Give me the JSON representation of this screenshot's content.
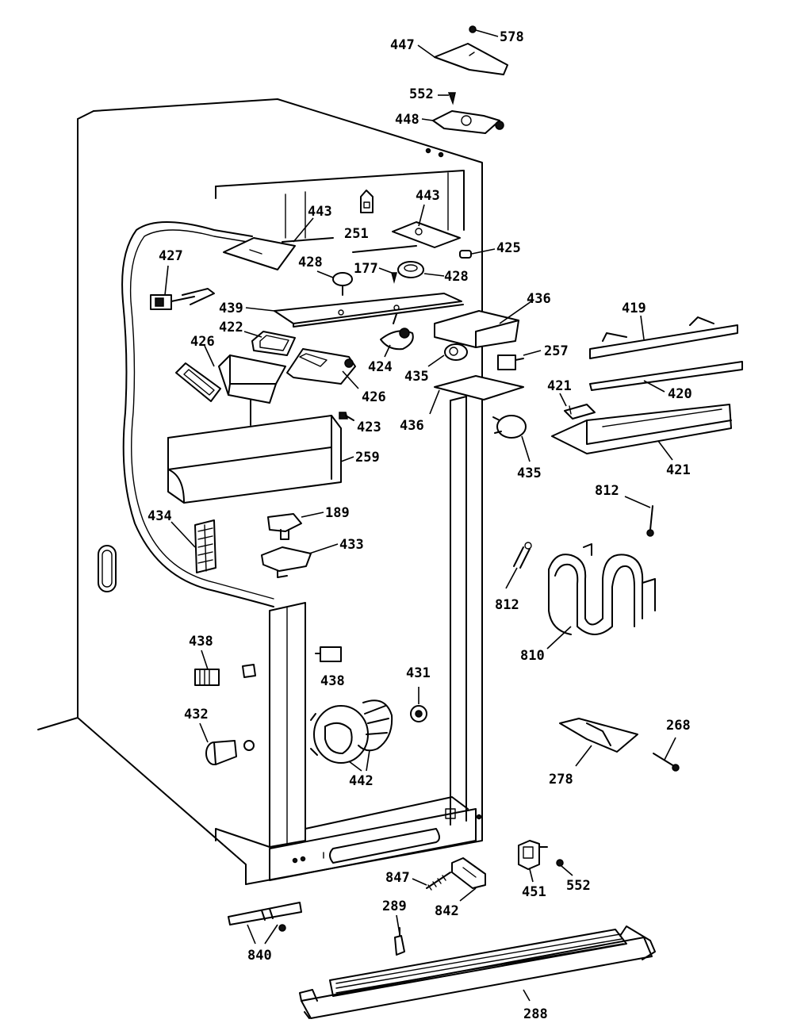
{
  "callouts": [
    {
      "id": "c578",
      "text": "578"
    },
    {
      "id": "c447",
      "text": "447"
    },
    {
      "id": "c552a",
      "text": "552"
    },
    {
      "id": "c448",
      "text": "448"
    },
    {
      "id": "c443a",
      "text": "443"
    },
    {
      "id": "c443b",
      "text": "443"
    },
    {
      "id": "c251",
      "text": "251"
    },
    {
      "id": "c425",
      "text": "425"
    },
    {
      "id": "c427",
      "text": "427"
    },
    {
      "id": "c428a",
      "text": "428"
    },
    {
      "id": "c177",
      "text": "177"
    },
    {
      "id": "c428b",
      "text": "428"
    },
    {
      "id": "c436a",
      "text": "436"
    },
    {
      "id": "c439",
      "text": "439"
    },
    {
      "id": "c419",
      "text": "419"
    },
    {
      "id": "c422",
      "text": "422"
    },
    {
      "id": "c426a",
      "text": "426"
    },
    {
      "id": "c424",
      "text": "424"
    },
    {
      "id": "c257",
      "text": "257"
    },
    {
      "id": "c435a",
      "text": "435"
    },
    {
      "id": "c426b",
      "text": "426"
    },
    {
      "id": "c421a",
      "text": "421"
    },
    {
      "id": "c420",
      "text": "420"
    },
    {
      "id": "c436b",
      "text": "436"
    },
    {
      "id": "c423",
      "text": "423"
    },
    {
      "id": "c421b",
      "text": "421"
    },
    {
      "id": "c435b",
      "text": "435"
    },
    {
      "id": "c259",
      "text": "259"
    },
    {
      "id": "c812a",
      "text": "812"
    },
    {
      "id": "c189",
      "text": "189"
    },
    {
      "id": "c434",
      "text": "434"
    },
    {
      "id": "c433",
      "text": "433"
    },
    {
      "id": "c812b",
      "text": "812"
    },
    {
      "id": "c810",
      "text": "810"
    },
    {
      "id": "c438a",
      "text": "438"
    },
    {
      "id": "c438b",
      "text": "438"
    },
    {
      "id": "c431",
      "text": "431"
    },
    {
      "id": "c268",
      "text": "268"
    },
    {
      "id": "c432",
      "text": "432"
    },
    {
      "id": "c442",
      "text": "442"
    },
    {
      "id": "c278",
      "text": "278"
    },
    {
      "id": "c451",
      "text": "451"
    },
    {
      "id": "c552b",
      "text": "552"
    },
    {
      "id": "c847",
      "text": "847"
    },
    {
      "id": "c842",
      "text": "842"
    },
    {
      "id": "c289",
      "text": "289"
    },
    {
      "id": "c840",
      "text": "840"
    },
    {
      "id": "c288",
      "text": "288"
    }
  ]
}
